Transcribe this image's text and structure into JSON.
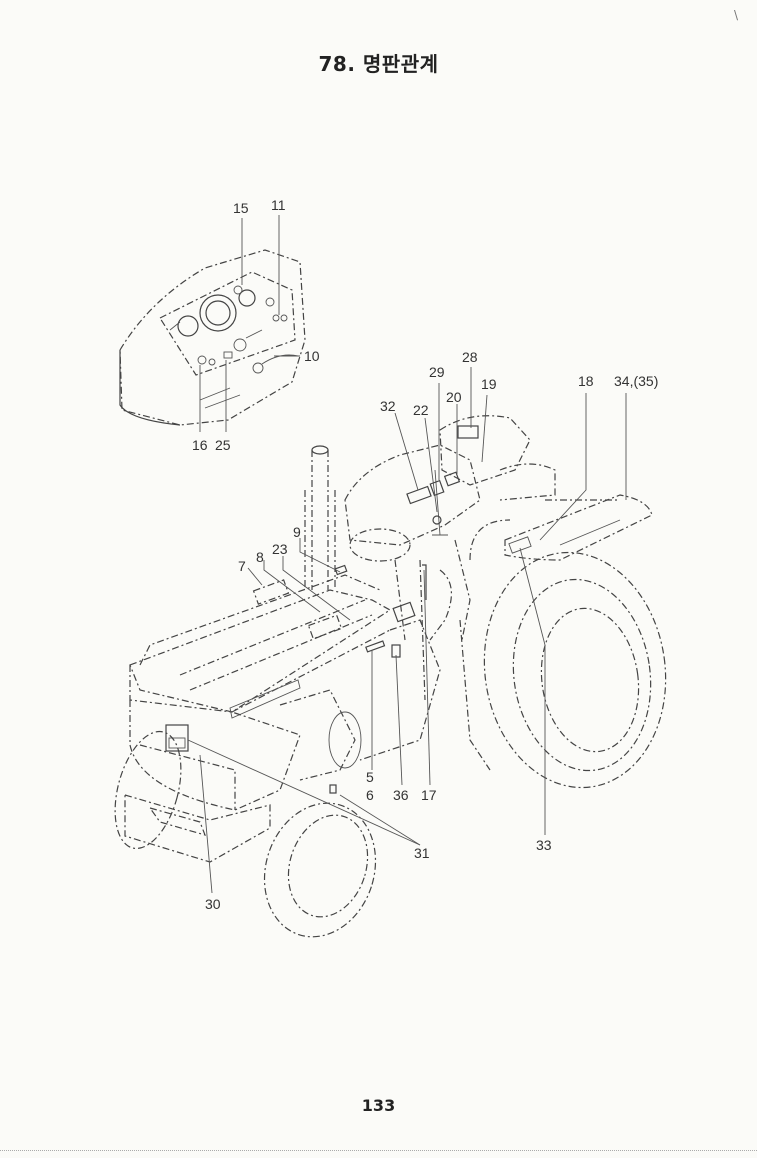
{
  "title": "78. 명판관계",
  "page_number": "133",
  "corner_mark": "\\",
  "callouts": {
    "c15": "15",
    "c11": "11",
    "c10": "10",
    "c16": "16",
    "c25": "25",
    "c28": "28",
    "c29": "29",
    "c20": "20",
    "c19": "19",
    "c32": "32",
    "c22": "22",
    "c18": "18",
    "c34": "34,(35)",
    "c9": "9",
    "c23": "23",
    "c8": "8",
    "c7": "7",
    "c5": "5",
    "c6": "6",
    "c36": "36",
    "c17": "17",
    "c31": "31",
    "c33": "33",
    "c30": "30"
  }
}
